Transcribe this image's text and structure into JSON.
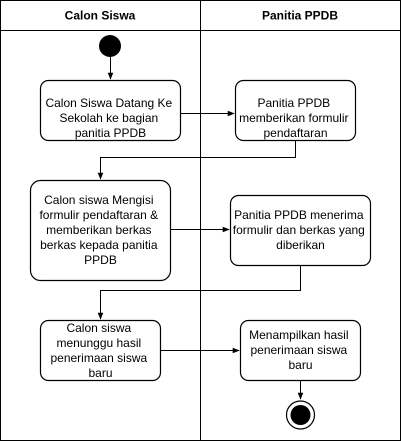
{
  "lanes": [
    {
      "id": "calon-siswa",
      "title": "Calon Siswa"
    },
    {
      "id": "panitia-ppdb",
      "title": "Panitia PPDB"
    }
  ],
  "nodes": [
    {
      "id": "n1",
      "lane": "calon-siswa",
      "lines": [
        "Calon Siswa Datang Ke",
        "Sekolah ke bagian",
        "panitia PPDB"
      ]
    },
    {
      "id": "n2",
      "lane": "panitia-ppdb",
      "lines": [
        "Panitia PPDB",
        "memberikan formulir",
        "pendaftaran"
      ]
    },
    {
      "id": "n3",
      "lane": "calon-siswa",
      "lines": [
        "Calon siswa Mengisi",
        "formulir pendaftaran &",
        "memberikan berkas",
        "berkas kepada panitia",
        "PPDB"
      ]
    },
    {
      "id": "n4",
      "lane": "panitia-ppdb",
      "lines": [
        "Panitia PPDB menerima",
        "formulir dan berkas yang",
        "diberikan"
      ]
    },
    {
      "id": "n5",
      "lane": "calon-siswa",
      "lines": [
        "Calon siswa",
        "menunggu hasil",
        "penerimaan siswa",
        "baru"
      ]
    },
    {
      "id": "n6",
      "lane": "panitia-ppdb",
      "lines": [
        "Menampilkan hasil",
        "penerimaan siswa",
        "baru"
      ]
    }
  ],
  "colors": {
    "stroke": "#000000",
    "fill": "#ffffff"
  }
}
